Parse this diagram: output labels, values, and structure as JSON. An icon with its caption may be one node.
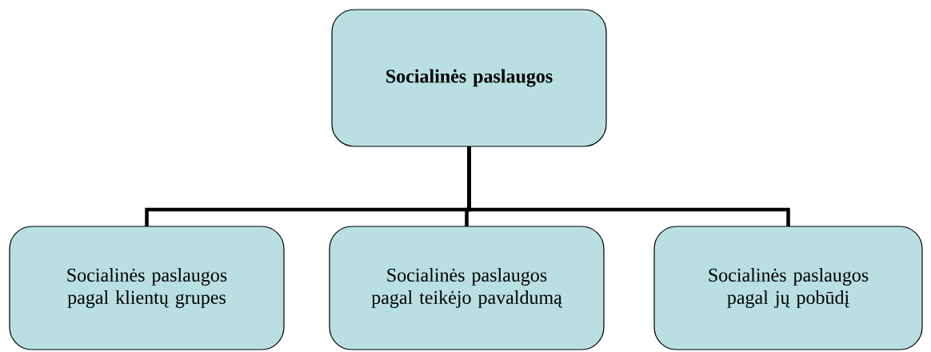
{
  "diagram": {
    "nodes": [
      {
        "text": [
          "Socialinės paslaugos"
        ]
      },
      {
        "text": [
          "Socialinės paslaugos pagal klientų grupes"
        ]
      },
      {
        "text": [
          "Socialinės paslaugos pagal teikėjo pavaldumą"
        ]
      },
      {
        "text": [
          "Socialinės paslaugos pagal jų pobūdį"
        ]
      }
    ],
    "edges": [
      {
        "from": 0,
        "to": 1,
        "arrow": "none"
      },
      {
        "from": 0,
        "to": 2,
        "arrow": "none"
      },
      {
        "from": 0,
        "to": 3,
        "arrow": "none"
      }
    ]
  }
}
